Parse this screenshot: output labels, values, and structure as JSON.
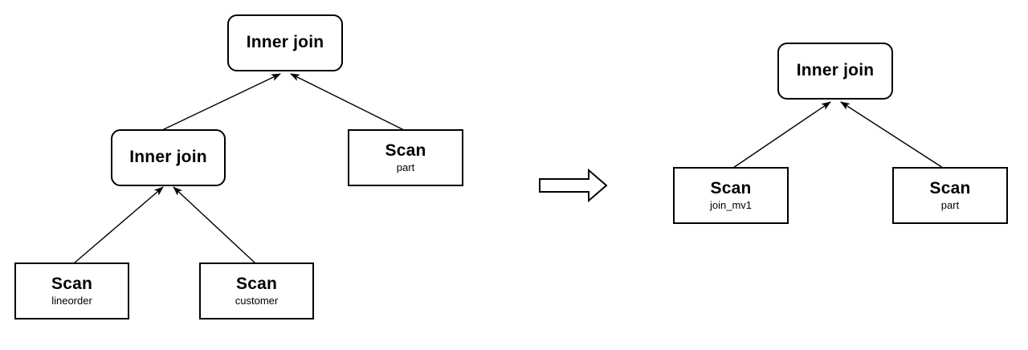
{
  "diagram": {
    "description": "Query plan rewrite: a two-level inner-join tree over lineorder, customer and part is replaced by a single inner join over a materialized view join_mv1 and part",
    "colors": {
      "stroke": "#000000",
      "node_fill": "#ffffff",
      "background": "#ffffff"
    },
    "icons": {
      "transform_arrow": "block-arrow-right-outline"
    }
  },
  "nodes": {
    "left_root": {
      "label": "Inner join"
    },
    "left_join": {
      "label": "Inner join"
    },
    "left_scan_part": {
      "label": "Scan",
      "sublabel": "part"
    },
    "left_scan_lineorder": {
      "label": "Scan",
      "sublabel": "lineorder"
    },
    "left_scan_customer": {
      "label": "Scan",
      "sublabel": "customer"
    },
    "right_root": {
      "label": "Inner join"
    },
    "right_scan_join_mv1": {
      "label": "Scan",
      "sublabel": "join_mv1"
    },
    "right_scan_part": {
      "label": "Scan",
      "sublabel": "part"
    }
  },
  "edges": [
    {
      "from": "left_join",
      "to": "left_root"
    },
    {
      "from": "left_scan_part",
      "to": "left_root"
    },
    {
      "from": "left_scan_lineorder",
      "to": "left_join"
    },
    {
      "from": "left_scan_customer",
      "to": "left_join"
    },
    {
      "from": "right_scan_join_mv1",
      "to": "right_root"
    },
    {
      "from": "right_scan_part",
      "to": "right_root"
    }
  ]
}
